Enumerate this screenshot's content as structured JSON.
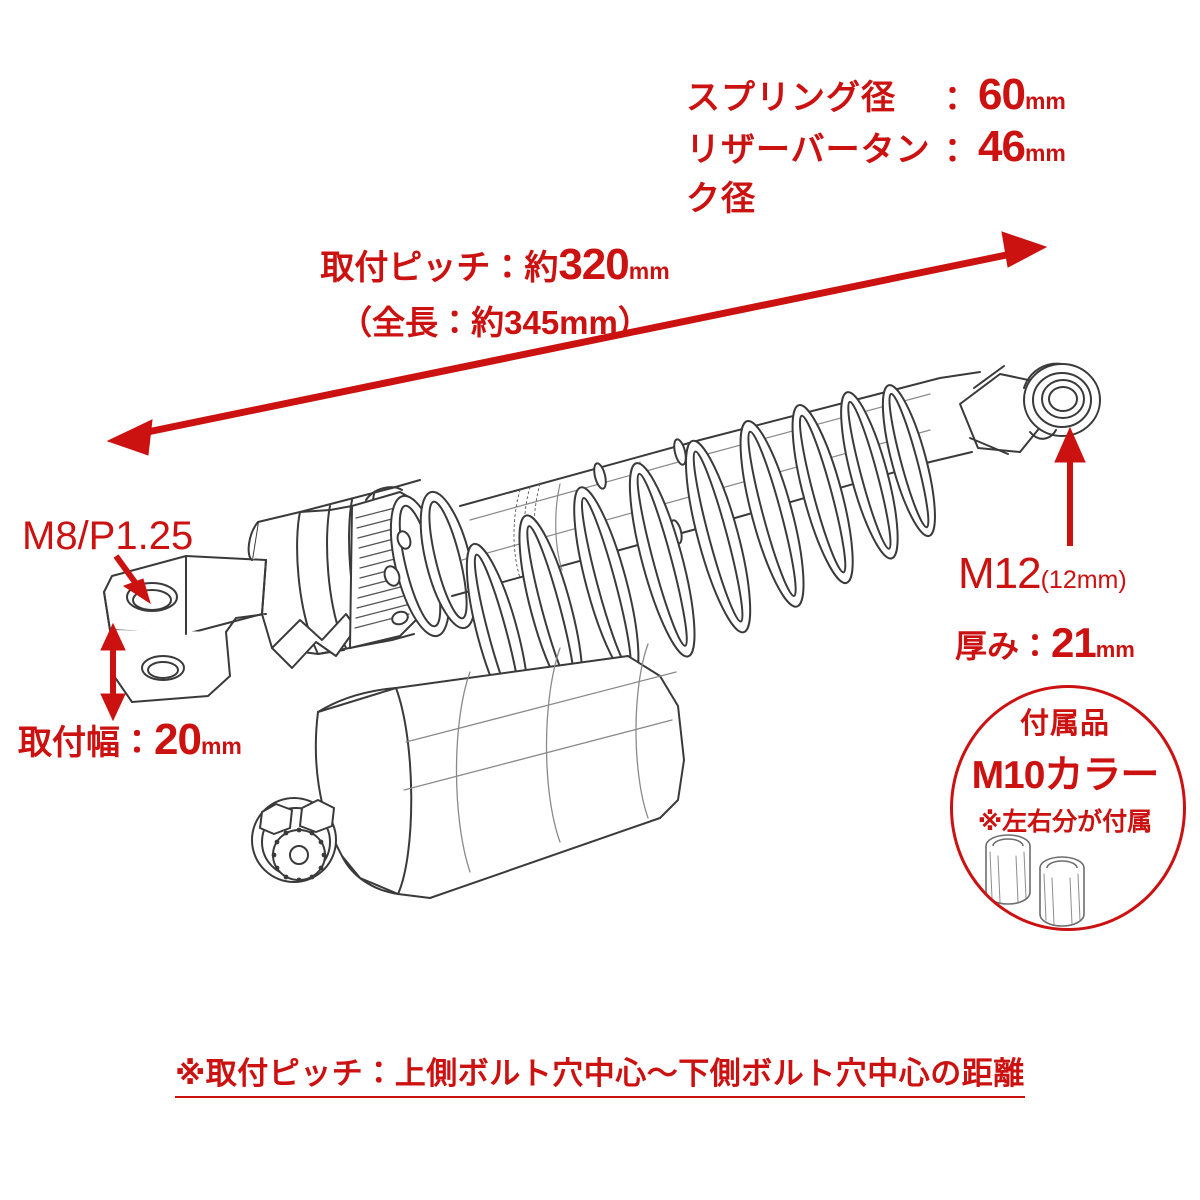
{
  "product": {
    "type": "motorcycle-rear-shock-absorber-spec-diagram",
    "accent_color": "#cc1111",
    "line_color": "#333333"
  },
  "specs": {
    "spring_diameter": {
      "name": "スプリング径",
      "colon": "：",
      "value": "60",
      "unit": "mm"
    },
    "reservoir_diameter": {
      "name": "リザーバータンク径",
      "colon": "：",
      "value": "46",
      "unit": "mm"
    }
  },
  "pitch": {
    "line1_prefix": "取付ピッチ：約",
    "line1_value": "320",
    "line1_unit": "mm",
    "line2": "（全長：約345mm）"
  },
  "lower_mount": {
    "thread_label": "M8/P1.25",
    "width_prefix": "取付幅：",
    "width_value": "20",
    "width_unit": "mm"
  },
  "upper_mount": {
    "thread_label": "M12",
    "thread_sub": "(12mm)",
    "thickness_prefix": "厚み：",
    "thickness_value": "21",
    "thickness_unit": "mm"
  },
  "accessory": {
    "line1": "付属品",
    "line2": "M10カラー",
    "line3": "※左右分が付属"
  },
  "footnote": {
    "text": "※取付ピッチ：上側ボルト穴中心～下側ボルト穴中心の距離"
  },
  "icons": {
    "pitch_arrow": "double-headed-diagonal-arrow",
    "m8_arrow": "diagonal-arrow-down-right",
    "width_arrow": "vertical-double-arrow",
    "m12_arrow": "vertical-arrow-up"
  }
}
